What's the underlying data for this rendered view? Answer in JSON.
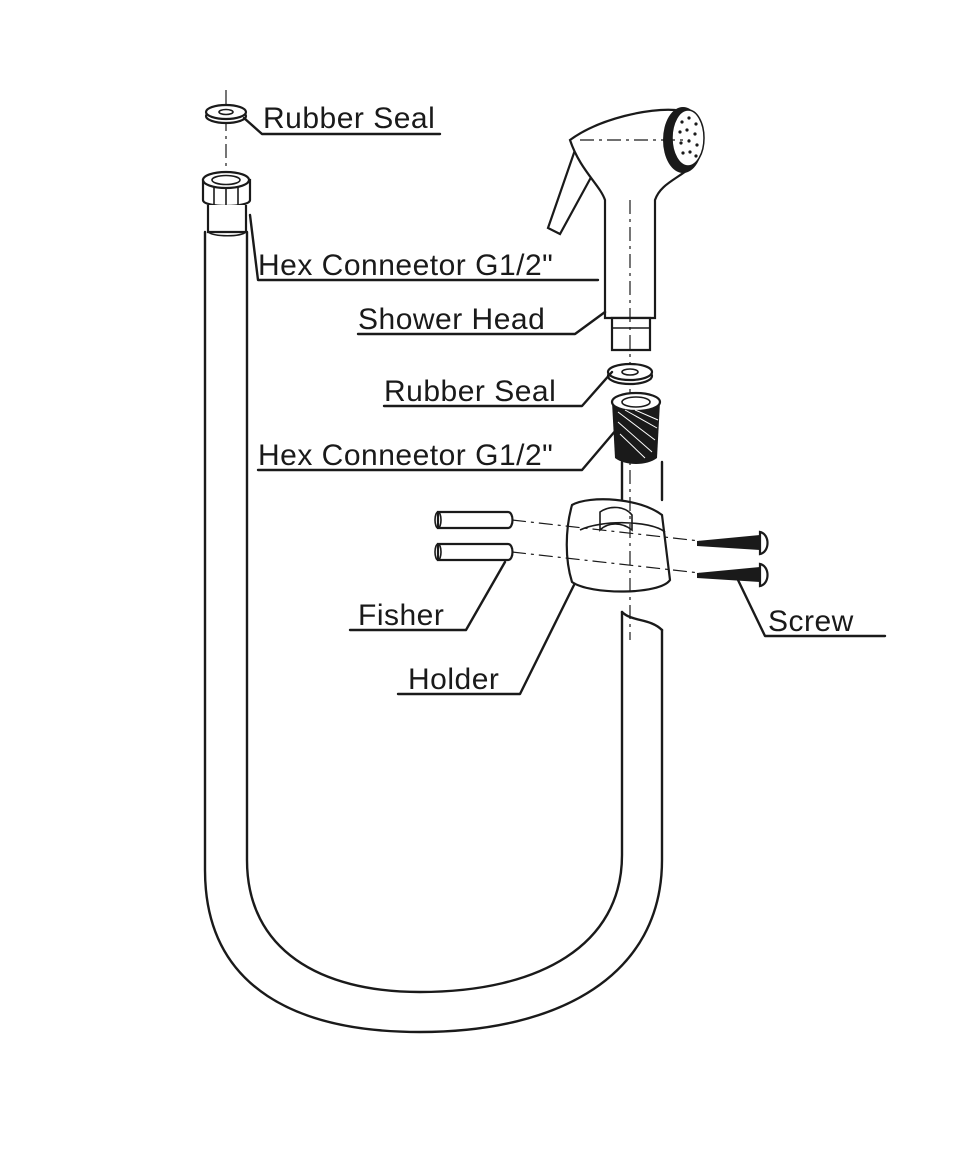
{
  "labels": {
    "rubber_seal_top": "Rubber Seal",
    "hex_connector_top": "Hex Conneetor G1/2\"",
    "shower_head": "Shower Head",
    "rubber_seal_mid": "Rubber Seal",
    "hex_connector_mid": "Hex Conneetor G1/2\"",
    "fisher": "Fisher",
    "holder": "Holder",
    "screw": "Screw"
  },
  "colors": {
    "line": "#1a1a1a",
    "background": "#ffffff"
  }
}
